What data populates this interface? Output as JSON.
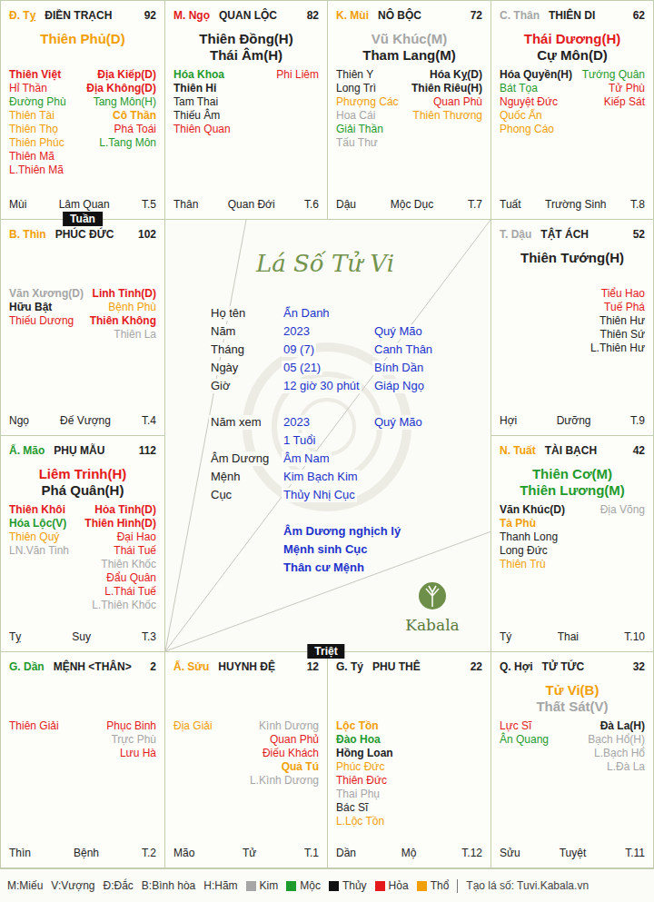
{
  "diagram": {
    "title": "Lá Số Tử Vi",
    "nodes": [
      {
        "text": [
          "Đ. Tỵ",
          "ĐIỀN TRẠCH",
          "92",
          "Thiên Phủ(D)",
          "Thiên Việt",
          "Hỉ Thần",
          "Đường Phù",
          "Thiên Tài",
          "Thiên Thọ",
          "Thiên Phúc",
          "Thiên Mã",
          "L.Thiên Mã",
          "Địa Kiếp(D)",
          "Địa Không(D)",
          "Tang Môn(H)",
          "Cô Thần",
          "Phá Toái",
          "L.Tang Môn",
          "Mùi",
          "Lâm Quan",
          "T.5"
        ]
      },
      {
        "text": [
          "M. Ngọ",
          "QUAN LỘC",
          "82",
          "Thiên Đồng(H)",
          "Thái Âm(H)",
          "Hóa Khoa",
          "Thiên Hỉ",
          "Tam Thai",
          "Thiếu Âm",
          "Thiên Quan",
          "Phi Liêm",
          "Thân",
          "Quan Đới",
          "T.6"
        ]
      },
      {
        "text": [
          "K. Mùi",
          "NÔ BỘC",
          "72",
          "Vũ Khúc(M)",
          "Tham Lang(M)",
          "Thiên Y",
          "Long Trì",
          "Phượng Các",
          "Hoa Cái",
          "Giải Thần",
          "Tấu Thư",
          "Hóa Kỵ(D)",
          "Thiên Riêu(H)",
          "Quan Phù",
          "Thiên Thương",
          "Dậu",
          "Mộc Dục",
          "T.7"
        ]
      },
      {
        "text": [
          "C. Thân",
          "THIÊN DI",
          "62",
          "Thái Dương(H)",
          "Cự Môn(D)",
          "Hóa Quyền(H)",
          "Bát Tọa",
          "Nguyệt Đức",
          "Quốc Ấn",
          "Phong Cáo",
          "Tướng Quân",
          "Tử Phù",
          "Kiếp Sát",
          "Tuất",
          "Trường Sinh",
          "T.8"
        ]
      },
      {
        "text": [
          "B. Thìn",
          "PHÚC ĐỨC",
          "102",
          "Văn Xương(D)",
          "Hữu Bật",
          "Thiếu Dương",
          "Linh Tinh(D)",
          "Bệnh Phù",
          "Thiên Không",
          "Thiên La",
          "Ngọ",
          "Đế Vượng",
          "T.4"
        ]
      },
      {
        "text": [
          "T. Dậu",
          "TẬT ÁCH",
          "52",
          "Thiên Tướng(H)",
          "Tiểu Hao",
          "Tuế Phá",
          "Thiên Hư",
          "Thiên Sứ",
          "L.Thiên Hư",
          "Hợi",
          "Dưỡng",
          "T.9"
        ]
      },
      {
        "text": [
          "Ấ. Mão",
          "PHỤ MẪU",
          "112",
          "Liêm Trinh(H)",
          "Phá Quân(H)",
          "Thiên Khôi",
          "Hóa Lộc(V)",
          "Thiên Quý",
          "LN.Văn Tinh",
          "Hỏa Tinh(D)",
          "Thiên Hình(D)",
          "Đại Hao",
          "Thái Tuế",
          "Thiên Khốc",
          "Đẩu Quân",
          "L.Thái Tuế",
          "L.Thiên Khốc",
          "Tỵ",
          "Suy",
          "T.3"
        ]
      },
      {
        "text": [
          "N. Tuất",
          "TÀI BẠCH",
          "42",
          "Thiên Cơ(M)",
          "Thiên Lương(M)",
          "Văn Khúc(D)",
          "Tả Phù",
          "Thanh Long",
          "Long Đức",
          "Thiên Trù",
          "Địa Võng",
          "Tý",
          "Thai",
          "T.10"
        ]
      },
      {
        "text": [
          "G. Dần",
          "MỆNH <THÂN>",
          "2",
          "Thiên Giải",
          "Phục Binh",
          "Trực Phù",
          "Lưu Hà",
          "Thìn",
          "Bệnh",
          "T.2"
        ]
      },
      {
        "text": [
          "Ấ. Sửu",
          "HUYNH ĐỆ",
          "12",
          "Địa Giải",
          "Kình Dương",
          "Quan Phủ",
          "Điếu Khách",
          "Quả Tú",
          "L.Kình Dương",
          "Mão",
          "Tử",
          "T.1"
        ]
      },
      {
        "text": [
          "G. Tý",
          "PHU THÊ",
          "22",
          "Lộc Tồn",
          "Đào Hoa",
          "Hồng Loan",
          "Phúc Đức",
          "Thiên Đức",
          "Thai Phụ",
          "Bác Sĩ",
          "L.Lộc Tồn",
          "Dần",
          "Mộ",
          "T.12"
        ]
      },
      {
        "text": [
          "Q. Hợi",
          "TỬ TỨC",
          "32",
          "Tử Vi(B)",
          "Thất Sát(V)",
          "Lực Sĩ",
          "Ân Quang",
          "Đà La(H)",
          "Bạch Hổ(H)",
          "L.Bạch Hổ",
          "L.Đà La",
          "Sửu",
          "Tuyệt",
          "T.11"
        ]
      }
    ],
    "edges": [
      {
        "from": 8,
        "to": 1,
        "arrow": "none"
      },
      {
        "from": 8,
        "to": 3,
        "arrow": "none"
      },
      {
        "from": 8,
        "to": 7,
        "arrow": "none"
      }
    ],
    "labels": [
      "Tuần",
      "Họ tên",
      "Ẩn Danh",
      "Năm",
      "2023",
      "Quý Mão",
      "Tháng",
      "09 (7)",
      "Canh Thân",
      "Ngày",
      "05 (21)",
      "Bính Dần",
      "Giờ",
      "12 giờ 30 phút",
      "Giáp Ngọ",
      "Năm xem",
      "2023",
      "Quý Mão",
      "1 Tuổi",
      "Âm Dương",
      "Âm Nam",
      "Mệnh",
      "Kim Bạch Kim",
      "Cục",
      "Thủy Nhị Cục",
      "Âm Dương nghịch lý",
      "Mệnh sinh Cục",
      "Thân cư Mệnh",
      "Kabala",
      "Triệt",
      "M:Miếu",
      "V:Vượng",
      "Đ:Đắc",
      "B:Bình hòa",
      "H:Hãm",
      "Tạo lá số: Tuvi.Kabala.vn"
    ],
    "legend": [
      {
        "text": "Kim",
        "color": "#a6a6a6"
      },
      {
        "text": "Mộc",
        "color": "#1f9a2c"
      },
      {
        "text": "Thủy",
        "color": "#111111"
      },
      {
        "text": "Hỏa",
        "color": "#e3191b"
      },
      {
        "text": "Thổ",
        "color": "#f29f05"
      }
    ]
  }
}
